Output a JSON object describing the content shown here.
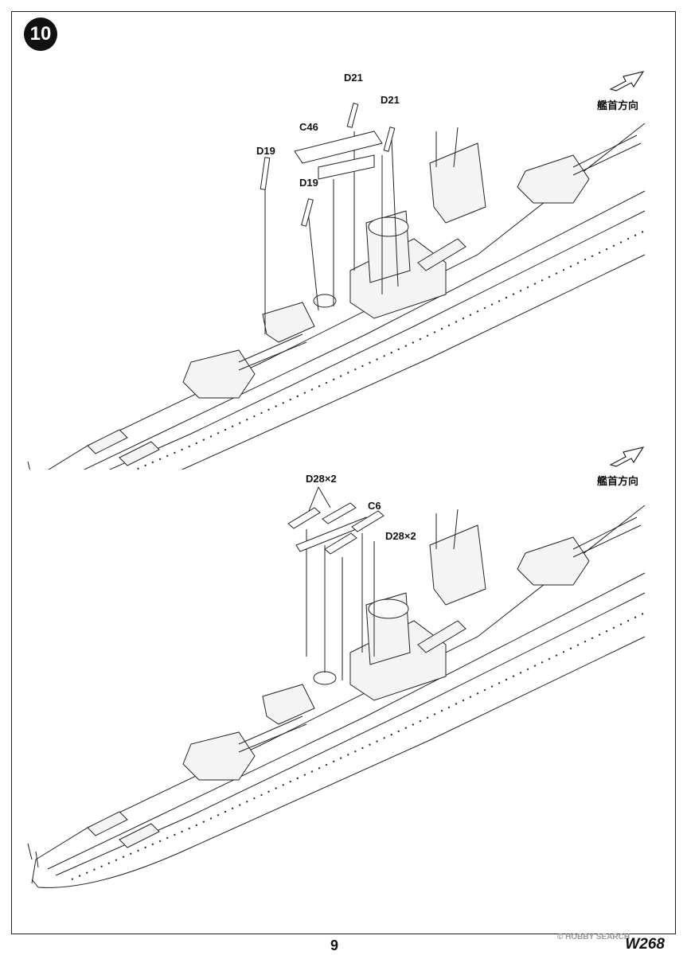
{
  "step": {
    "number": "10"
  },
  "direction_label": "艦首方向",
  "panel_top": {
    "labels": {
      "d21_left": "D21",
      "d21_right": "D21",
      "c46": "C46",
      "d19_left": "D19",
      "d19_right": "D19"
    }
  },
  "panel_bottom": {
    "labels": {
      "d28_top": "D28×2",
      "c6": "C6",
      "d28_right": "D28×2"
    }
  },
  "footer": {
    "page_number": "9",
    "model_code": "W268",
    "watermark": "© HOBBY SEARCH"
  }
}
